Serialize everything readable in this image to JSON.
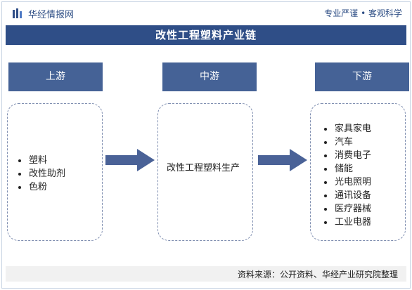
{
  "header": {
    "brand": "华经情报网",
    "slogan": "专业严谨 • 客观科学"
  },
  "title": "改性工程塑料产业链",
  "stages": {
    "upstream": {
      "label": "上游",
      "items": [
        "塑料",
        "改性助剂",
        "色粉"
      ]
    },
    "midstream": {
      "label": "中游",
      "text": "改性工程塑料生产"
    },
    "downstream": {
      "label": "下游",
      "items": [
        "家具家电",
        "汽车",
        "消费电子",
        "储能",
        "光电照明",
        "通讯设备",
        "医疗器械",
        "工业电器"
      ]
    }
  },
  "footer": {
    "source": "资料来源：公开资料、华经产业研究院整理"
  },
  "colors": {
    "title_bg": "#2f4e87",
    "stage_bg": "#456296",
    "arrow": "#4a6297",
    "text": "#1f1f1f"
  },
  "icons": {
    "brand_logo": "logo-bars-icon",
    "flow_arrow": "right-arrow-icon"
  }
}
